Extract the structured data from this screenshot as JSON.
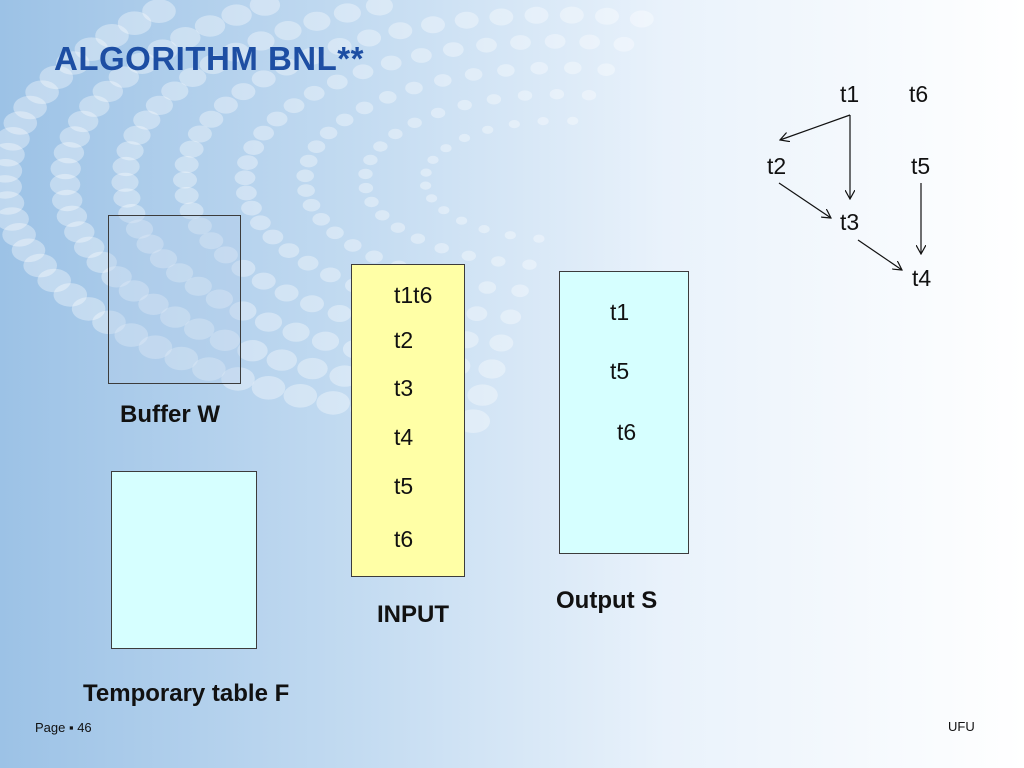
{
  "slide": {
    "title": "ALGORITHM BNL**",
    "footer_left": "Page ▪ 46",
    "footer_right": "UFU"
  },
  "buffer_w": {
    "label": "Buffer W",
    "items": []
  },
  "temp_table": {
    "label": "Temporary table F",
    "items": []
  },
  "input": {
    "label": "INPUT",
    "items": [
      "t1t6",
      "t2",
      "t3",
      "t4",
      "t5",
      "t6"
    ]
  },
  "output": {
    "label": "Output S",
    "items": [
      "t1",
      "t5",
      "t6"
    ]
  },
  "graph": {
    "nodes": [
      "t1",
      "t6",
      "t2",
      "t5",
      "t3",
      "t4"
    ],
    "edges": [
      [
        "t1",
        "t2"
      ],
      [
        "t1",
        "t3"
      ],
      [
        "t2",
        "t3"
      ],
      [
        "t3",
        "t4"
      ],
      [
        "t5",
        "t4"
      ]
    ]
  },
  "colors": {
    "title": "#1d4ea3",
    "input_fill": "#ffffa6",
    "cyan_fill": "#d6ffff"
  }
}
